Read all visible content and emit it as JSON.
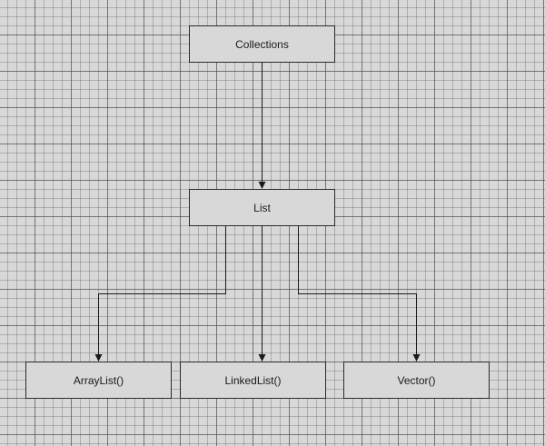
{
  "diagram": {
    "nodes": {
      "collections": "Collections",
      "list": "List",
      "arraylist": "ArrayList()",
      "linkedlist": "LinkedList()",
      "vector": "Vector()"
    },
    "edges": [
      {
        "from": "collections",
        "to": "list"
      },
      {
        "from": "list",
        "to": "arraylist"
      },
      {
        "from": "list",
        "to": "linkedlist"
      },
      {
        "from": "list",
        "to": "vector"
      }
    ]
  }
}
